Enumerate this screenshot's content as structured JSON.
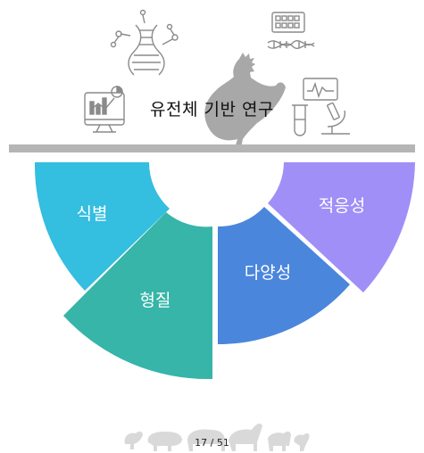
{
  "title": "유전체 기반 연구",
  "segments": [
    {
      "key": "id",
      "label": "식별",
      "color": "#34bedf"
    },
    {
      "key": "trait",
      "label": "형질",
      "color": "#36b5a8"
    },
    {
      "key": "div",
      "label": "다양성",
      "color": "#4a86dc"
    },
    {
      "key": "adapt",
      "label": "적응성",
      "color": "#a08ff7"
    }
  ],
  "icons": {
    "top_left": "dna-molecule-icon",
    "top_right": "dna-sequencer-icon",
    "left": "analytics-monitor-icon",
    "center": "chicken-silhouette-icon",
    "right_monitor": "lab-monitor-icon",
    "right_tube": "test-tube-icon",
    "right_microscope": "microscope-icon",
    "bottom": "livestock-silhouettes-icon"
  },
  "colors": {
    "divider": "#b5b5b5",
    "icon_line": "#8a8a8a",
    "silhouette": "#a8a8a8"
  },
  "pagination": {
    "text": "17 / 51"
  }
}
